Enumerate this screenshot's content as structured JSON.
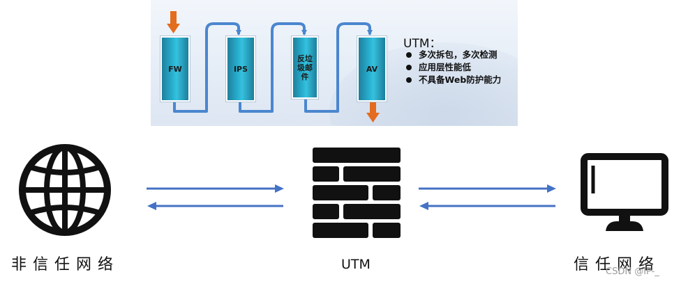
{
  "panel": {
    "modules": [
      "FW",
      "IPS",
      "反垃圾邮件",
      "AV"
    ],
    "utm_title": "UTM：",
    "bullets": [
      "多次拆包，多次检测",
      "应用层性能低",
      "不具备Web防护能力"
    ]
  },
  "nodes": {
    "untrusted_label": "非信任网络",
    "utm_label": "UTM",
    "trusted_label": "信任网络"
  },
  "watermark": "CSDN @IP-_",
  "colors": {
    "flow_pipe": "#4a86cf",
    "arrow": "#4472c4",
    "orange_arrow": "#e36c1f",
    "module": "#2ab6d6",
    "icon": "#111111"
  },
  "icons": [
    "globe-icon",
    "firewall-icon",
    "monitor-icon"
  ]
}
